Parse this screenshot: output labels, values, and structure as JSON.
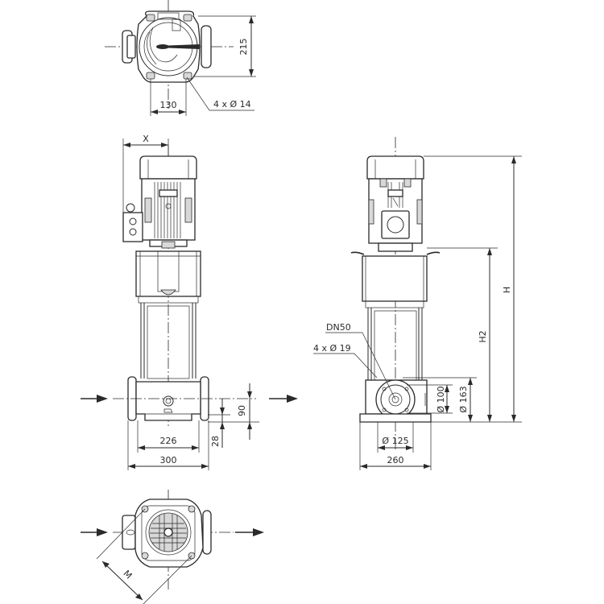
{
  "drawing": {
    "title": "Vertical multistage pump dimensional drawing",
    "color": "#2a2a2a",
    "background": "#ffffff"
  },
  "top_view": {
    "dim_width": "130",
    "dim_height": "215",
    "holes_label": "4 x Ø 14"
  },
  "front_view": {
    "dim_x": "X",
    "dim_226": "226",
    "dim_300": "300",
    "dim_90": "90",
    "dim_28": "28"
  },
  "side_view": {
    "dn_label": "DN50",
    "holes_label": "4 x Ø 19",
    "dim_d100": "Ø 100",
    "dim_d163": "Ø 163",
    "dim_d125": "Ø 125",
    "dim_260": "260",
    "dim_h": "H",
    "dim_h2": "H2"
  },
  "bottom_view": {
    "dim_m": "M"
  },
  "flow_arrows": {
    "count": 4,
    "direction": "left-to-right"
  }
}
